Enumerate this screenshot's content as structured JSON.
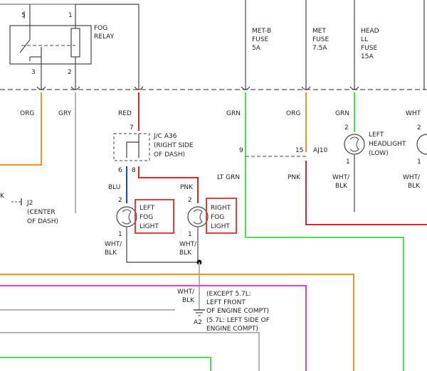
{
  "colors": {
    "black": "#444444",
    "orange": "#f0961e",
    "gray": "#b4b4b4",
    "red": "#dc2828",
    "green": "#4ee04e",
    "blue": "#2040c8",
    "pink": "#dc3c6e",
    "magenta": "#e040e0",
    "highlight": "#e04040"
  },
  "relay": {
    "name_line1": "FOG",
    "name_line2": "RELAY",
    "pin5": "5",
    "pin1": "1",
    "pin3": "3",
    "pin2": "2"
  },
  "wires": {
    "org": "ORG",
    "gry": "GRY",
    "red": "RED",
    "grn": "GRN",
    "org2": "ORG",
    "grn2": "GRN",
    "wht": "WHT",
    "blu": "BLU",
    "pnk": "PNK",
    "lt_grn": "LT GRN",
    "pnk2": "PNK",
    "wht_blk1_a": "WHT/",
    "wht_blk1_b": "BLK",
    "wht_blk2_a": "WHT/",
    "wht_blk2_b": "BLK",
    "wht_blk3_a": "WHT/",
    "wht_blk3_b": "BLK",
    "wht_blk4_a": "WHT/",
    "wht_blk4_b": "BLK",
    "wht_blk5_a": "WHT/",
    "wht_blk5_b": "BLK",
    "k": "K"
  },
  "fuses": {
    "metb_1": "MET-B",
    "metb_2": "FUSE",
    "metb_3": "5A",
    "met_1": "MET",
    "met_2": "FUSE",
    "met_3": "7.5A",
    "head_1": "HEAD",
    "head_2": "LL",
    "head_3": "FUSE",
    "head_4": "15A"
  },
  "jc": {
    "line1": "J/C A36",
    "line2": "(RIGHT SIDE",
    "line3": "OF DASH)",
    "pin7": "7",
    "pin6": "6",
    "pin8": "8"
  },
  "aj10": {
    "name": "AJ10",
    "pin9": "9",
    "pin15": "15"
  },
  "j2": {
    "name": "J2",
    "line2": "(CENTER",
    "line3": "OF DASH)"
  },
  "left_fog": {
    "line1": "LEFT",
    "line2": "FOG",
    "line3": "LIGHT",
    "pin2": "2",
    "pin1": "1"
  },
  "right_fog": {
    "line1": "RIGHT",
    "line2": "FOG",
    "line3": "LIGHT",
    "pin2": "2",
    "pin1": "1"
  },
  "left_head": {
    "line1": "LEFT",
    "line2": "HEADLIGHT",
    "line3": "(LOW)",
    "pin2": "2",
    "pin1": "1"
  },
  "right_side": {
    "pin2": "2",
    "pin1": "1"
  },
  "ground": {
    "line1": "(EXCEPT 5.7L:",
    "line2": "LEFT FRONT",
    "line3": "OF ENGINE COMPT)",
    "line4": "(5.7L: LEFT SIDE OF",
    "line5": "ENGINE COMPT)",
    "name": "A2"
  }
}
